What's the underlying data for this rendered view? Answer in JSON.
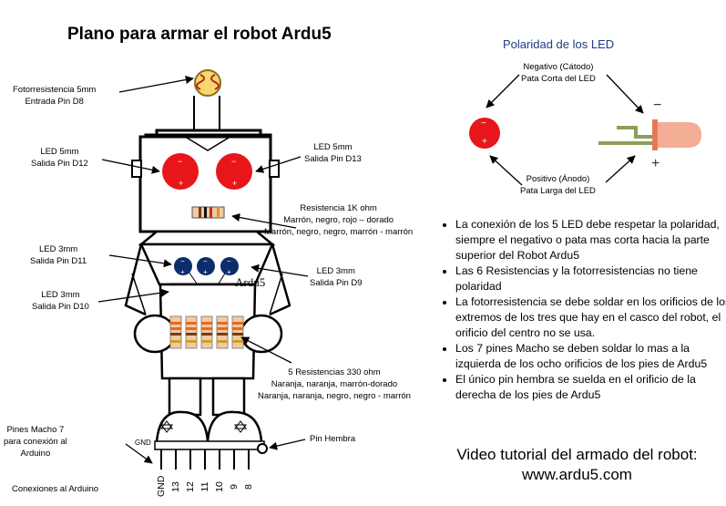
{
  "title": "Plano para armar el robot Ardu5",
  "labels": {
    "ldr": [
      "Fotorresistencia 5mm",
      "Entrada Pin D8"
    ],
    "led_d12": [
      "LED 5mm",
      "Salida Pin D12"
    ],
    "led_d13": [
      "LED 5mm",
      "Salida Pin D13"
    ],
    "resistor_1k": [
      "Resistencia  1K ohm",
      "Marrón, negro, rojo – dorado",
      "Marrón, negro, negro, marrón - marrón"
    ],
    "led_d11": [
      "LED 3mm",
      "Salida Pin D11"
    ],
    "led_d10": [
      "LED 3mm",
      "Salida Pin D10"
    ],
    "led_d9": [
      "LED 3mm",
      "Salida Pin D9"
    ],
    "resistors_330": [
      "5 Resistencias  330 ohm",
      "Naranja, naranja, marrón-dorado",
      "Naranja, naranja, negro, negro - marrón"
    ],
    "pins_male": [
      "Pines Macho 7",
      "para conexión al",
      "Arduino"
    ],
    "pin_female": "Pin Hembra",
    "gnd": "GND",
    "connections": "Conexiones al  Arduino",
    "robot_name": "Ardu5",
    "led_minus": "−",
    "led_plus": "+"
  },
  "pin_numbers": [
    "GND",
    "13",
    "12",
    "11",
    "10",
    "9",
    "8"
  ],
  "led_polarity": {
    "title": "Polaridad de los LED",
    "negative": [
      "Negativo (Cátodo)",
      "Pata Corta del LED"
    ],
    "positive": [
      "Positivo (Ánodo)",
      "Pata Larga del LED"
    ],
    "minus": "−",
    "plus": "+"
  },
  "notes": [
    "La conexión de los  5 LED  debe respetar la polaridad, siempre el negativo o pata mas corta hacia la parte superior del Robot Ardu5",
    "Las 6 Resistencias y la fotorresistencias no tiene polaridad",
    "La fotorresistencia se debe soldar  en los orificios de los extremos de los tres que hay en el casco del  robot, el orificio del centro no se usa.",
    "Los 7 pines Macho se deben soldar lo mas a la izquierda de los  ocho orificios de los pies de Ardu5",
    "El único pin hembra se suelda en el orificio de la derecha de los pies de Ardu5"
  ],
  "video": [
    "Video tutorial del armado del robot:",
    "www.ardu5.com"
  ],
  "colors": {
    "led_red": "#e8161a",
    "led_blue": "#0c2d6b",
    "ldr_yellow": "#f5d76e",
    "led_title": "#1f3c88",
    "resistor_body": "#f3c9a3"
  }
}
